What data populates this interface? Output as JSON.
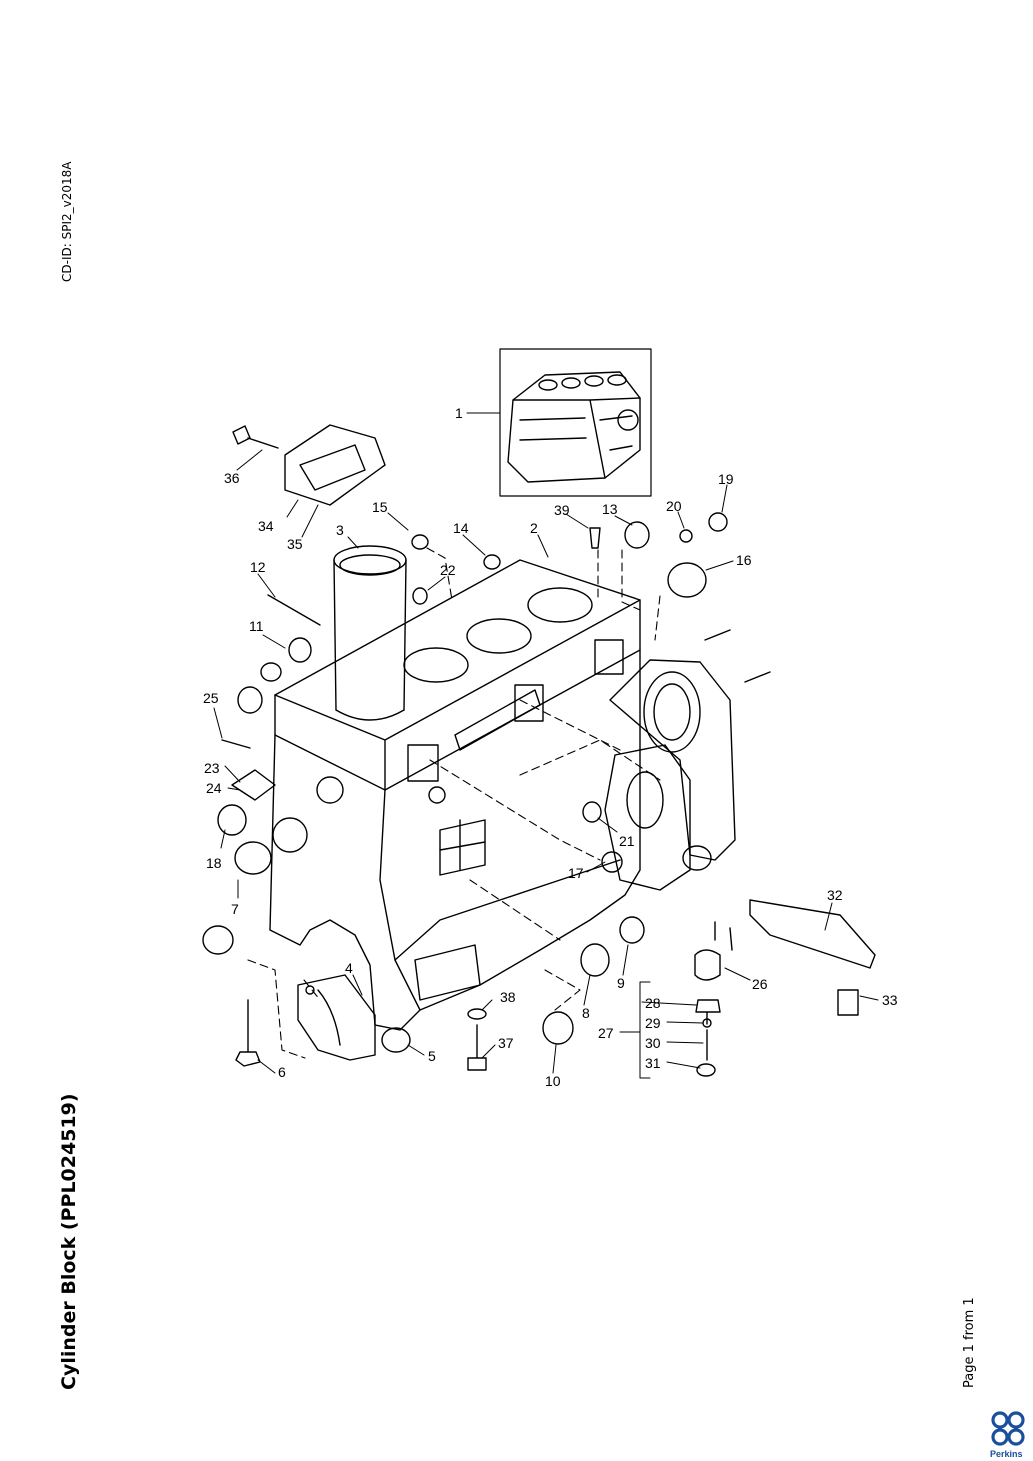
{
  "header": {
    "cd_id": "CD-ID: SPI2_v2018A"
  },
  "document": {
    "title": "Cylinder Block (PPL024519)",
    "page_label": "Page 1 from 1"
  },
  "brand": {
    "name": "Perkins",
    "color": "#1a4f9c"
  },
  "callouts": [
    "1",
    "2",
    "3",
    "4",
    "5",
    "6",
    "7",
    "8",
    "9",
    "10",
    "11",
    "12",
    "13",
    "14",
    "15",
    "16",
    "17",
    "18",
    "19",
    "20",
    "21",
    "22",
    "23",
    "24",
    "25",
    "26",
    "27",
    "28",
    "29",
    "30",
    "31",
    "32",
    "33",
    "34",
    "35",
    "36",
    "37",
    "38",
    "39"
  ]
}
